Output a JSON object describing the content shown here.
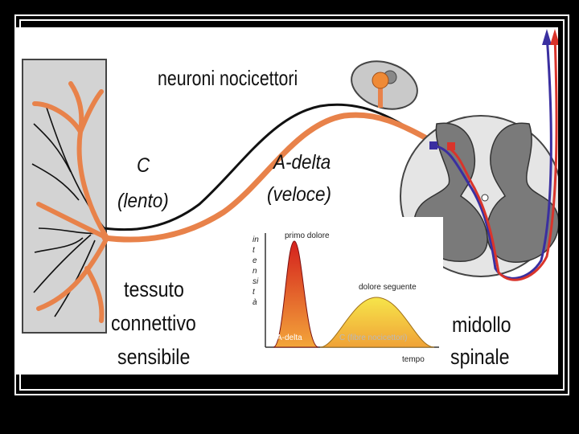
{
  "labels": {
    "neurons": "neuroni nocicettori",
    "c_fiber": "C",
    "c_speed": "(lento)",
    "adelta_fiber": "A-delta",
    "adelta_speed": "(veloce)",
    "tissue_line1": "tessuto",
    "tissue_line2": "connettivo",
    "tissue_line3": "sensibile",
    "cord_line1": "midollo",
    "cord_line2": "spinale"
  },
  "inset": {
    "ylabel": "intensità",
    "xlabel": "tempo",
    "peak1_label": "primo dolore",
    "peak1_fiber": "A-delta",
    "peak2_label": "dolore seguente",
    "peak2_fiber": "C (fibre nocicettori)"
  },
  "colors": {
    "adelta_fiber": "#e8824a",
    "c_fiber": "#111111",
    "cord_grey": "#7a7a7a",
    "tract_red": "#d9342b",
    "tract_blue": "#3a2fa0"
  }
}
